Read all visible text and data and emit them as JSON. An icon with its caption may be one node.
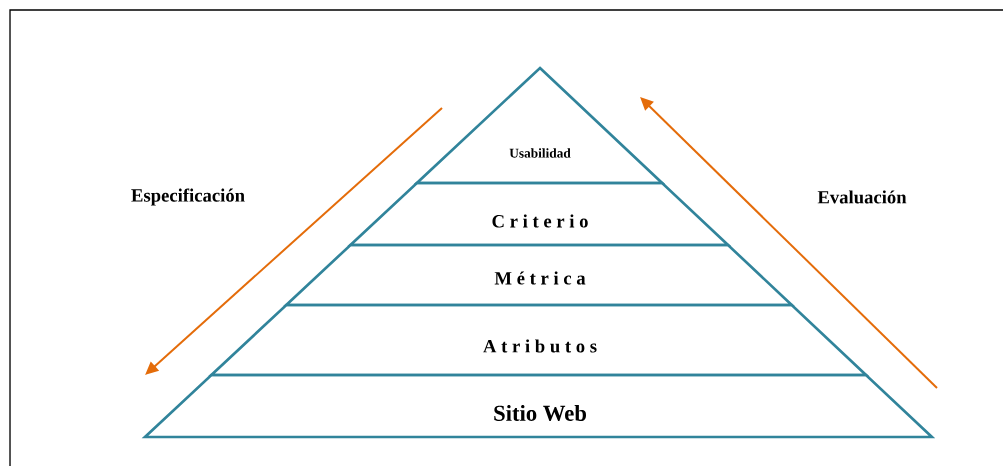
{
  "diagram": {
    "nodes": [
      {
        "text": [
          "Usabilidad"
        ]
      },
      {
        "text": [
          "C r i t e r i o"
        ]
      },
      {
        "text": [
          "M é t r i c a"
        ]
      },
      {
        "text": [
          "A t r i b u t o s"
        ]
      },
      {
        "text": [
          "Sitio Web"
        ]
      }
    ],
    "labels": [
      "Especificación",
      "Evaluación"
    ]
  }
}
